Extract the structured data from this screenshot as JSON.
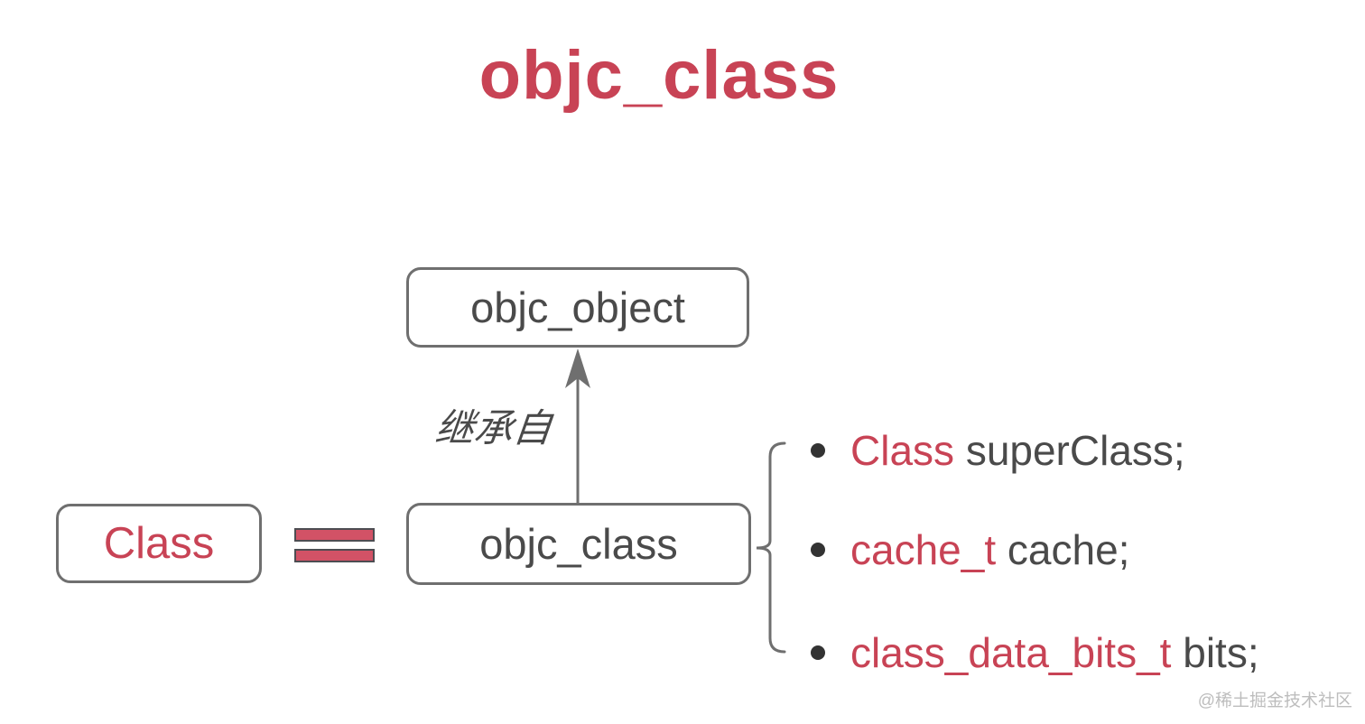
{
  "title": "objc_class",
  "colors": {
    "accent": "#c84355",
    "equals_fill": "#d25266",
    "equals_border": "#4d4d52",
    "text_dark": "#4a4a4a",
    "line_gray": "#6f6f6f",
    "watermark": "#bdbdbd"
  },
  "diagram": {
    "superclass_box": "objc_object",
    "inherits_label": "继承自",
    "alias_box": "Class",
    "main_box": "objc_class",
    "members": [
      {
        "type": "Class",
        "name": "superClass;"
      },
      {
        "type": "cache_t",
        "name": "cache;"
      },
      {
        "type": "class_data_bits_t",
        "name": "bits;"
      }
    ]
  },
  "watermark": "@稀土掘金技术社区"
}
